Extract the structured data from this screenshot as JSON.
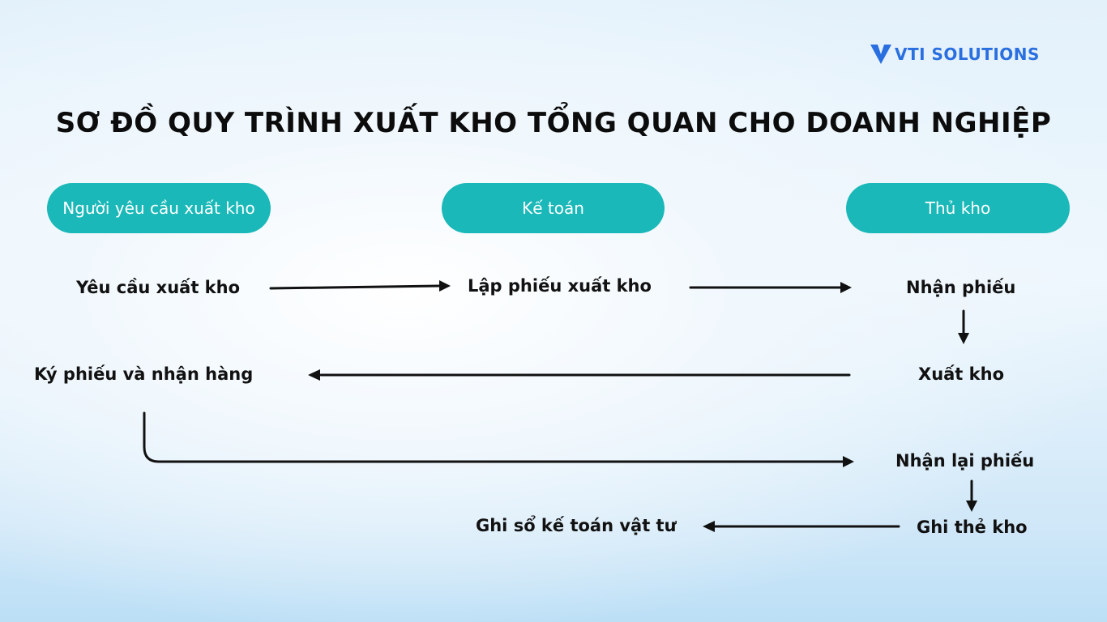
{
  "brand": {
    "name": "VTI SOLUTIONS",
    "color": "#2a6fe0"
  },
  "title": "SƠ ĐỒ QUY TRÌNH XUẤT KHO TỔNG QUAN CHO DOANH NGHIỆP",
  "lanes": [
    "Người yêu cầu xuất kho",
    "Kế toán",
    "Thủ kho"
  ],
  "steps": {
    "request": "Yêu cầu xuất kho",
    "create_slip": "Lập phiếu xuất kho",
    "receive_slip": "Nhận phiếu",
    "issue": "Xuất kho",
    "sign_receive": "Ký phiếu và nhận hàng",
    "receive_slip_back": "Nhận lại phiếu",
    "record_card": "Ghi thẻ kho",
    "record_ledger": "Ghi sổ kế toán vật tư"
  },
  "colors": {
    "lane_fill": "#1ab8b8",
    "arrow": "#111111"
  }
}
